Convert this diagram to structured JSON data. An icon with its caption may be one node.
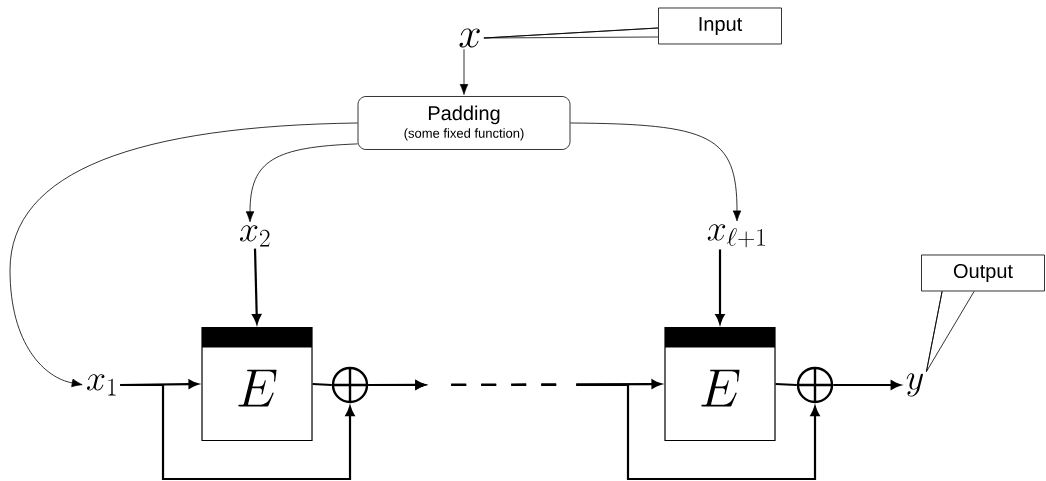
{
  "diagram": {
    "nodes": [
      {
        "text": [
          "x"
        ]
      },
      {
        "text": [
          "Input"
        ]
      },
      {
        "text": [
          "Padding",
          "(some fixed function)"
        ]
      },
      {
        "text": [
          "x_2"
        ]
      },
      {
        "text": [
          "x_{\\ell+1}"
        ]
      },
      {
        "text": [
          "x_1"
        ]
      },
      {
        "text": [
          "E"
        ]
      },
      {
        "text": [
          "E"
        ]
      },
      {
        "text": [],
        "shape": "circle"
      },
      {
        "text": [],
        "shape": "circle"
      },
      {
        "text": [
          "y"
        ]
      },
      {
        "text": [
          "Output"
        ]
      }
    ],
    "edges": [
      {
        "from": 0,
        "to": 2,
        "arrow": "to"
      },
      {
        "from": 1,
        "to": 0,
        "arrow": "none"
      },
      {
        "from": 2,
        "to": 5,
        "arrow": "to"
      },
      {
        "from": 2,
        "to": 3,
        "arrow": "to"
      },
      {
        "from": 2,
        "to": 4,
        "arrow": "to"
      },
      {
        "from": 3,
        "to": 6,
        "arrow": "to"
      },
      {
        "from": 4,
        "to": 7,
        "arrow": "to"
      },
      {
        "from": 5,
        "to": 6,
        "arrow": "to"
      },
      {
        "from": 5,
        "to": 8,
        "arrow": "to"
      },
      {
        "from": 6,
        "to": 8,
        "arrow": "none"
      },
      {
        "from": 8,
        "to": 7,
        "arrow": "to",
        "style": "dashed"
      },
      {
        "from": 8,
        "to": 9,
        "arrow": "to",
        "style": "dashed"
      },
      {
        "from": 7,
        "to": 9,
        "arrow": "none"
      },
      {
        "from": 9,
        "to": 10,
        "arrow": "to"
      },
      {
        "from": 11,
        "to": 10,
        "arrow": "none"
      }
    ]
  }
}
